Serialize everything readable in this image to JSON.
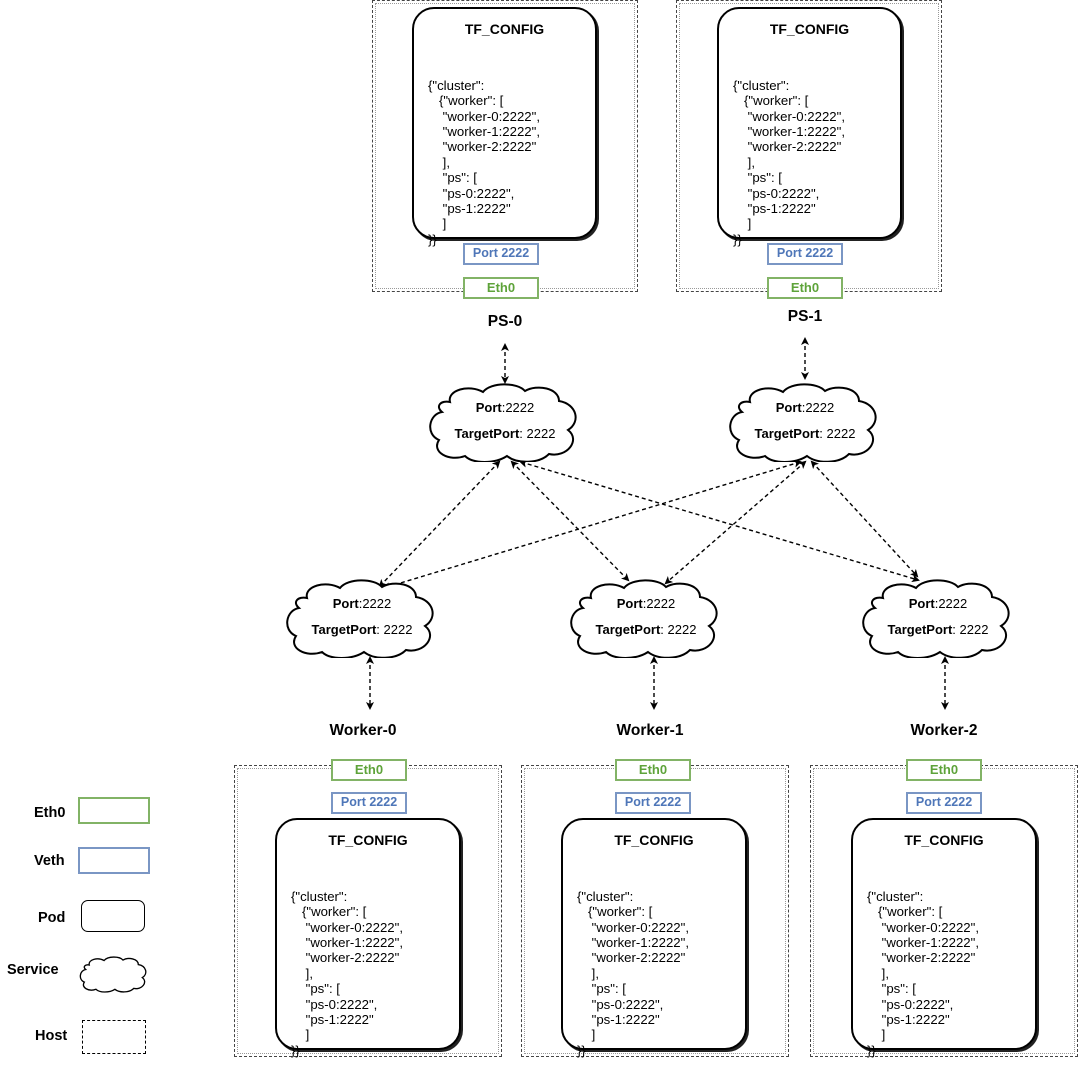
{
  "tf_config": {
    "title": "TF_CONFIG",
    "lines": [
      "{\"cluster\":",
      "   {\"worker\": [",
      "    \"worker-0:2222\",",
      "    \"worker-1:2222\",",
      "    \"worker-2:2222\"",
      "    ],",
      "    \"ps\": [",
      "    \"ps-0:2222\",",
      "    \"ps-1:2222\"",
      "    ]",
      "}}"
    ]
  },
  "port_label": "Port 2222",
  "eth_label": "Eth0",
  "service": {
    "port_key": "Port",
    "port_val": ":2222",
    "target_key": "TargetPort",
    "target_val": ": 2222"
  },
  "nodes": {
    "ps0": "PS-0",
    "ps1": "PS-1",
    "worker0": "Worker-0",
    "worker1": "Worker-1",
    "worker2": "Worker-2"
  },
  "legend": {
    "eth": "Eth0",
    "veth": "Veth",
    "pod": "Pod",
    "service": "Service",
    "host": "Host"
  },
  "colors": {
    "eth_border": "#82b366",
    "veth_border": "#7a96c4"
  }
}
